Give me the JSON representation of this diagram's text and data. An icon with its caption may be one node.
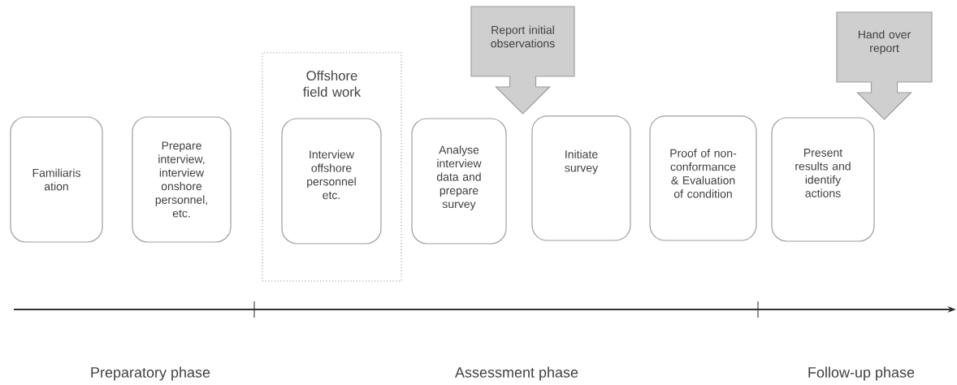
{
  "diagram": {
    "nodes": [
      {
        "text": [
          "Familiaris ation"
        ]
      },
      {
        "text": [
          "Prepare interview, interview onshore personnel, etc."
        ]
      },
      {
        "text": [
          "Offshore field work"
        ]
      },
      {
        "text": [
          "Interview offshore personnel etc."
        ],
        "in": 2
      },
      {
        "text": [
          "Analyse interview data and prepare survey"
        ]
      },
      {
        "text": [
          "Initiate survey"
        ]
      },
      {
        "text": [
          "Proof of non-conformance & Evaluation of condition"
        ]
      },
      {
        "text": [
          "Present results and identify actions"
        ]
      },
      {
        "text": [
          "Report initial observations"
        ]
      },
      {
        "text": [
          "Hand over report"
        ]
      }
    ],
    "labels": [
      "Preparatory phase",
      "Assessment phase",
      "Follow-up phase"
    ]
  }
}
